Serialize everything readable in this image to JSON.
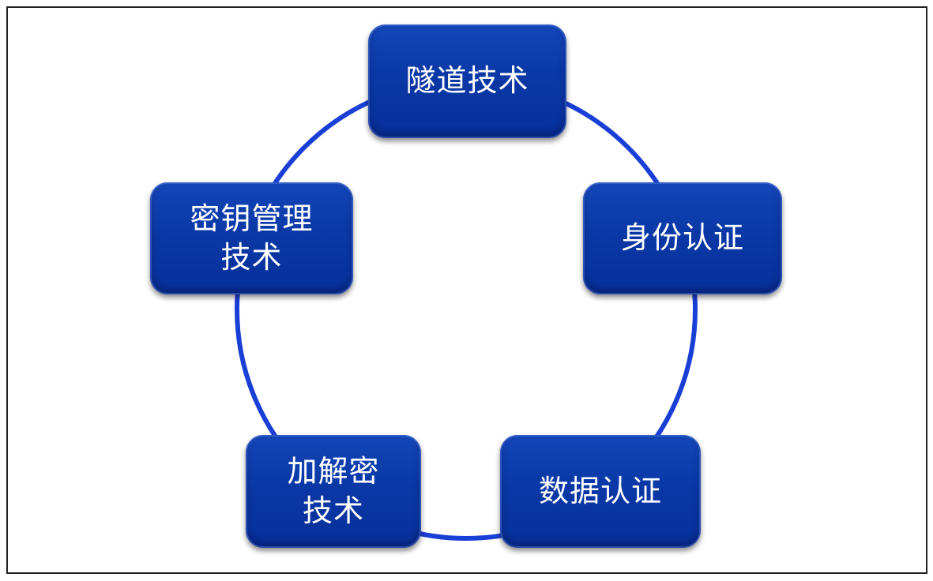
{
  "colors": {
    "ring": "#1a3fd6",
    "box": "#0a38a6",
    "text": "#ffffff"
  },
  "nodes": [
    {
      "id": "tunnel",
      "lines": [
        "隧道技术"
      ]
    },
    {
      "id": "identity-auth",
      "lines": [
        "身份认证"
      ]
    },
    {
      "id": "data-auth",
      "lines": [
        "数据认证"
      ]
    },
    {
      "id": "encryption",
      "lines": [
        "加解密",
        "技术"
      ]
    },
    {
      "id": "key-management",
      "lines": [
        "密钥管理",
        "技术"
      ]
    }
  ]
}
